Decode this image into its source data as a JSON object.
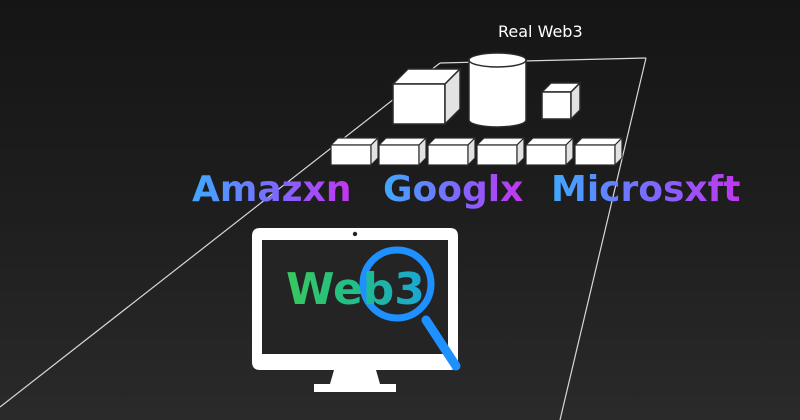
{
  "real_web3_label": "Real Web3",
  "companies": [
    "Amazxn",
    "Googlx",
    "Microsxft"
  ],
  "screen_text": "Web3",
  "icons": [
    "server-box-icon",
    "database-cylinder-icon",
    "server-block-icon",
    "monitor-icon",
    "magnifying-glass-icon"
  ],
  "colors": {
    "background": "#1d1d1d",
    "company_gradient": [
      "#3fa9ff",
      "#7f66ff",
      "#c236f0"
    ],
    "web3_gradient": [
      "#37c85c",
      "#20bc90",
      "#1aa6d8"
    ],
    "magnifier": "#1e90ff",
    "outline": "#ffffff"
  }
}
